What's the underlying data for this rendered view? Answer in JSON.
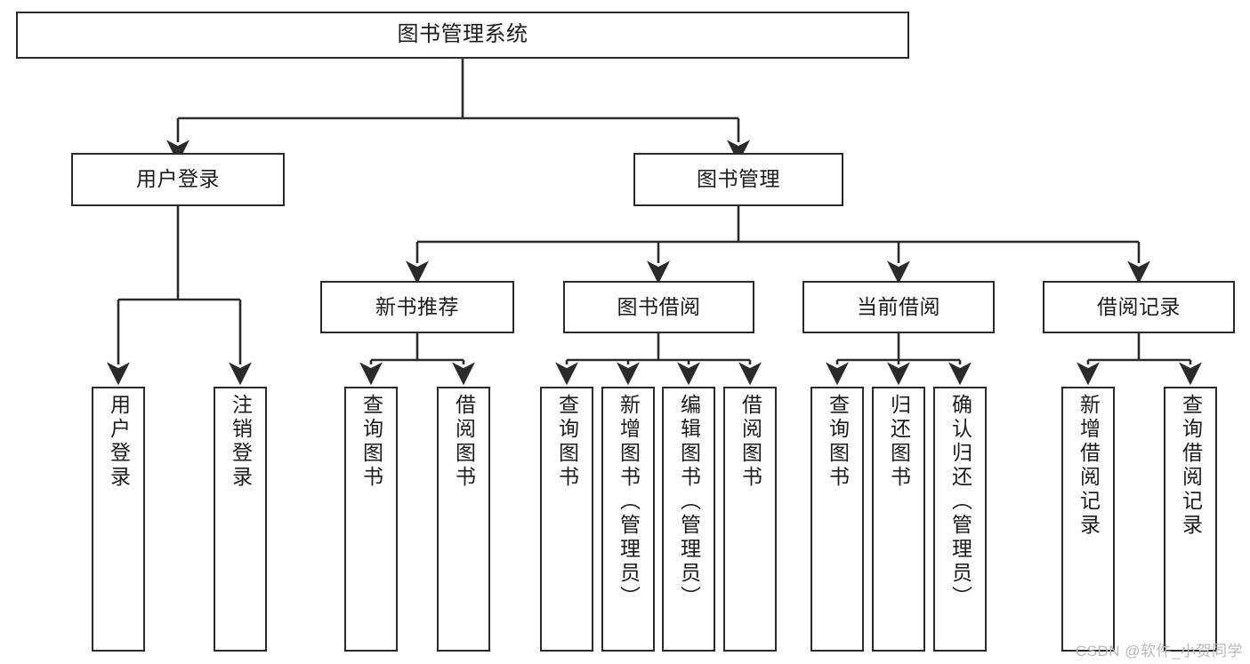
{
  "diagram": {
    "type": "tree-hierarchy",
    "title": "图书管理系统",
    "watermark": "CSDN @软件_小贺同学",
    "colors": {
      "background": "#ffffff",
      "border": "#2b2b2b",
      "text": "#1c1c1c",
      "connector": "#2b2b2b",
      "watermark": "#b9b9b9"
    },
    "root": {
      "label": "图书管理系统"
    },
    "level2": [
      {
        "label": "用户登录"
      },
      {
        "label": "图书管理"
      }
    ],
    "level3": [
      {
        "label": "新书推荐"
      },
      {
        "label": "图书借阅"
      },
      {
        "label": "当前借阅"
      },
      {
        "label": "借阅记录"
      }
    ],
    "leaves": {
      "user_login": [
        {
          "label": "用户登录"
        },
        {
          "label": "注销登录"
        }
      ],
      "new_book_recommend": [
        {
          "label": "查询图书"
        },
        {
          "label": "借阅图书"
        }
      ],
      "book_borrow": [
        {
          "label": "查询图书"
        },
        {
          "label": "新增图书（管理员）"
        },
        {
          "label": "编辑图书（管理员）"
        },
        {
          "label": "借阅图书"
        }
      ],
      "current_borrow": [
        {
          "label": "查询图书"
        },
        {
          "label": "归还图书"
        },
        {
          "label": "确认归还（管理员）"
        }
      ],
      "borrow_record": [
        {
          "label": "新增借阅记录"
        },
        {
          "label": "查询借阅记录"
        }
      ]
    }
  }
}
